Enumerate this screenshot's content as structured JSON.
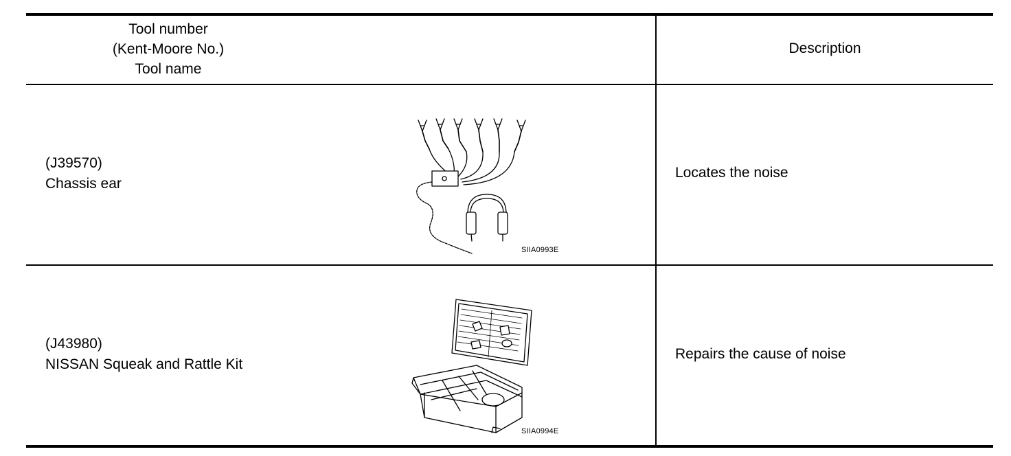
{
  "header": {
    "tool_col_lines": [
      "Tool number",
      "(Kent-Moore No.)",
      "Tool name"
    ],
    "description_col": "Description"
  },
  "rows": [
    {
      "tool_number": "(J39570)",
      "tool_name": "Chassis ear",
      "figure_code": "SIIA0993E",
      "figure_icon": "chassis-ear-illustration",
      "description": "Locates the noise"
    },
    {
      "tool_number": "(J43980)",
      "tool_name": "NISSAN Squeak and Rattle Kit",
      "figure_code": "SIIA0994E",
      "figure_icon": "squeak-rattle-kit-illustration",
      "description": "Repairs the cause of noise"
    }
  ]
}
